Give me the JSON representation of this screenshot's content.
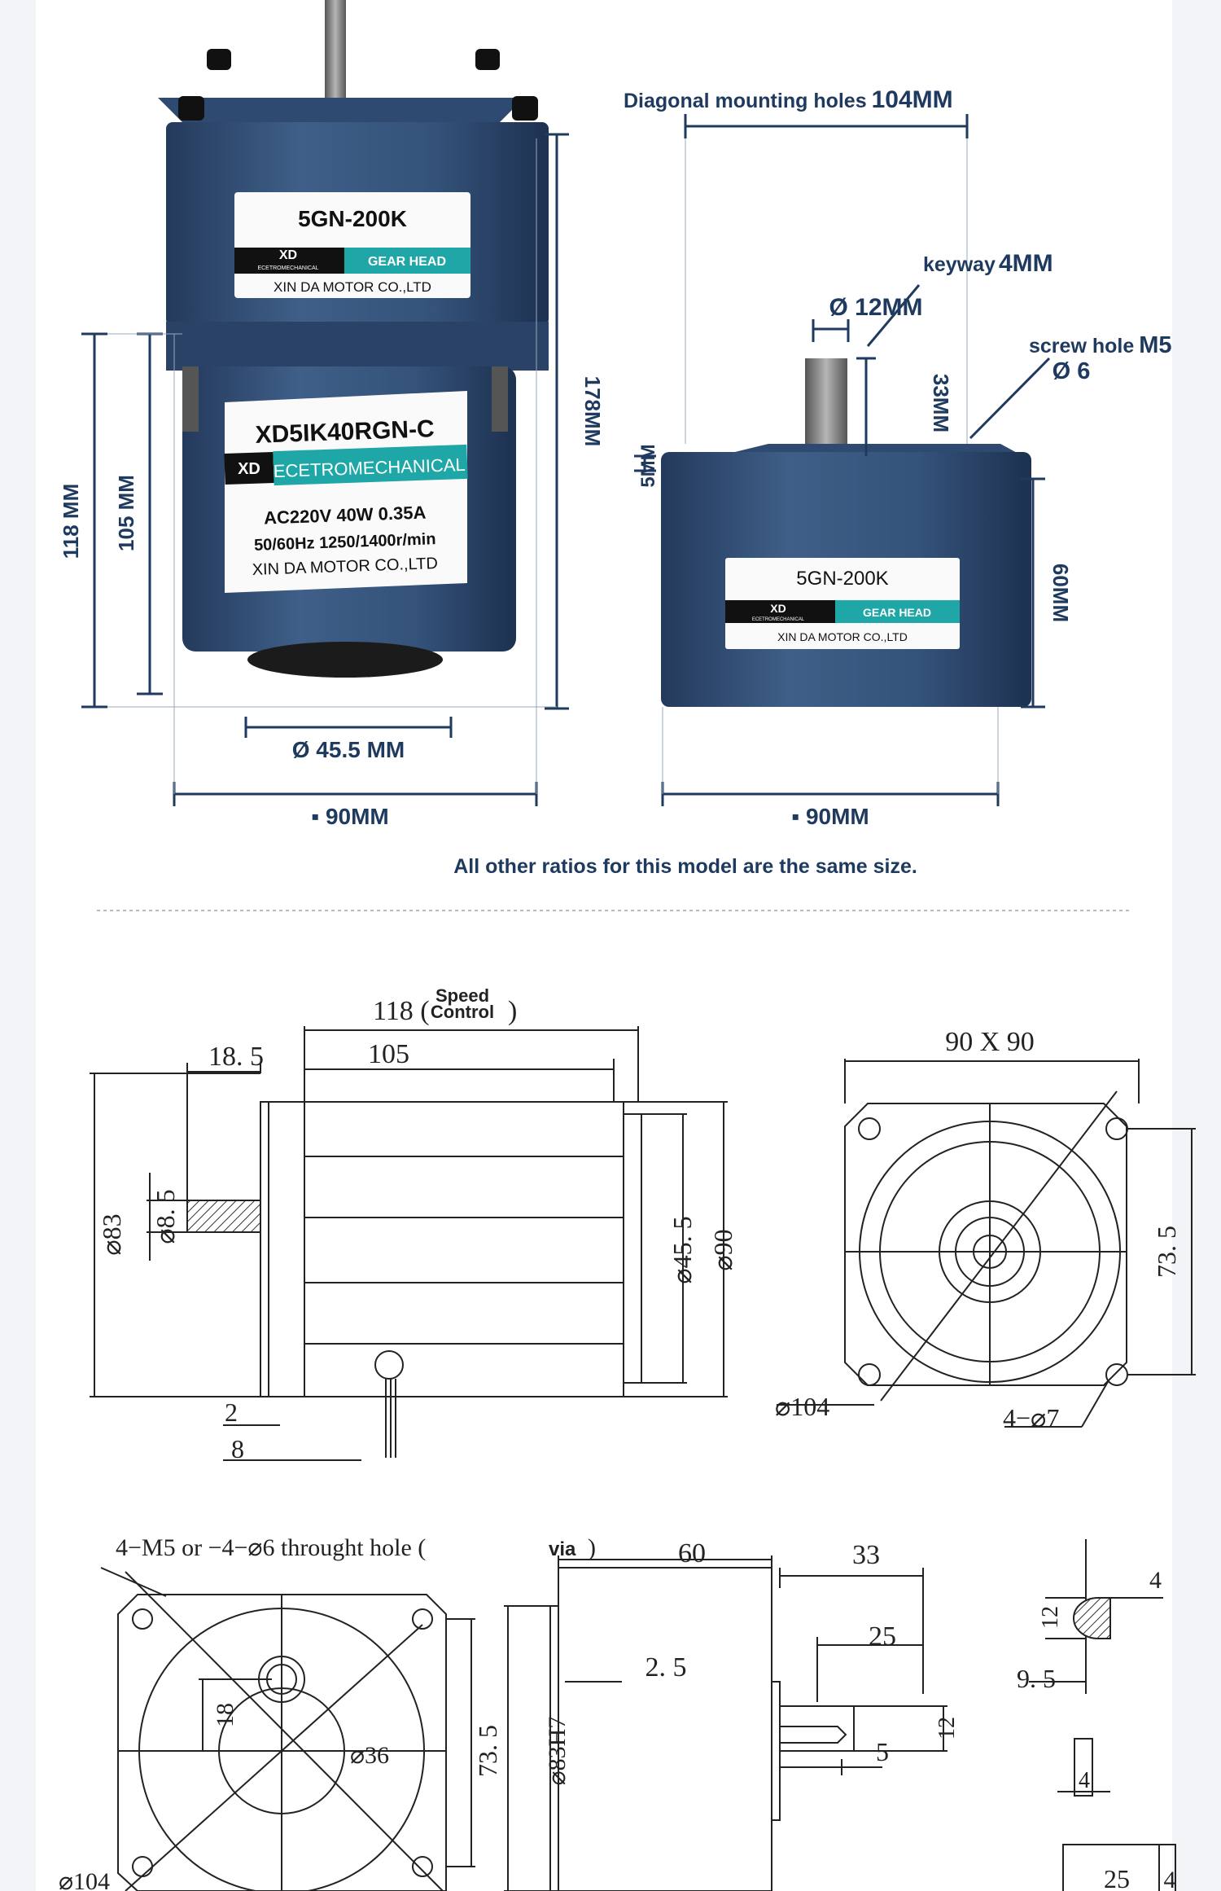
{
  "photo": {
    "left_motor": {
      "gear_label": {
        "model": "5GN-200K",
        "brand": "XD",
        "brand_sub": "ECETROMECHANICAL",
        "gear_head": "GEAR HEAD",
        "company": "XIN DA MOTOR CO.,LTD"
      },
      "motor_label": {
        "model": "XD5IK40RGN-C",
        "brand": "XD",
        "brand_sub": "ECETROMECHANICAL",
        "line1": "AC220V  40W  0.35A",
        "line2": "50/60Hz  1250/1400r/min",
        "company": "XIN DA MOTOR CO.,LTD"
      },
      "dim_118": "118 MM",
      "dim_105": "105 MM",
      "dim_178": "178MM",
      "dim_diameter": "Ø 45.5 MM",
      "dim_width": "▪ 90MM"
    },
    "right_gearbox": {
      "label": {
        "model": "5GN-200K",
        "brand": "XD",
        "brand_sub": "ECETROMECHANICAL",
        "gear_head": "GEAR HEAD",
        "company": "XIN DA MOTOR CO.,LTD"
      },
      "diagonal_text": "Diagonal mounting holes",
      "diagonal_value": "104MM",
      "keyway_text": "keyway",
      "keyway_value": "4MM",
      "shaft": "Ø 12MM",
      "screw_text": "screw hole",
      "screw_value": "M5",
      "screw_dia": "Ø 6",
      "dim_33": "33MM",
      "dim_5": "5MM",
      "dim_60": "60MM",
      "dim_width": "▪ 90MM"
    },
    "note": "All other ratios for this model are the same size."
  },
  "drawing1": {
    "title_118": "118 (",
    "speed": "Speed",
    "control": "Control",
    "title_close": ")",
    "d105": "105",
    "d18_5": "18. 5",
    "d83": "⌀83",
    "d8_5": "⌀8. 5",
    "d45_5": "⌀45. 5",
    "d90": "⌀90",
    "d2": "2",
    "d8": "8",
    "front_title": "90  X  90",
    "d73_5": "73. 5",
    "d104": "⌀104",
    "holes": "4−⌀7"
  },
  "drawing2": {
    "note_prefix": "4−M5  or  −4−⌀6  throught hole (",
    "via": "via",
    "note_suffix": ")",
    "d60": "60",
    "d33": "33",
    "d25": "25",
    "d2_5": "2. 5",
    "d18": "18",
    "d36": "⌀36",
    "d73_5": "73. 5",
    "d83h7": "⌀83H7",
    "d12": "12",
    "d5": "5",
    "d104": "⌀104",
    "k12": "12",
    "k4": "4",
    "k9_5": "9. 5",
    "k4b": "4",
    "k25": "25",
    "k4c": "4"
  }
}
